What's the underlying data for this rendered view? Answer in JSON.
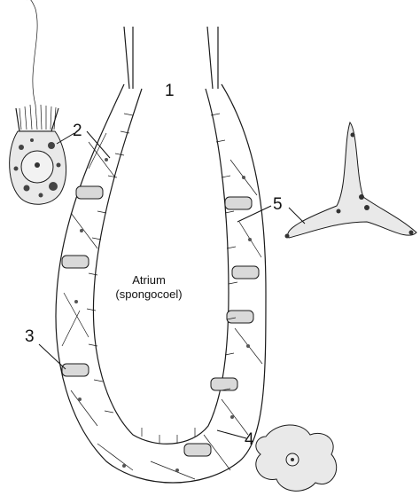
{
  "figure": {
    "labels": [
      {
        "key": "n1",
        "text": "1"
      },
      {
        "key": "n2",
        "text": "2"
      },
      {
        "key": "n3",
        "text": "3"
      },
      {
        "key": "n4",
        "text": "4"
      },
      {
        "key": "n5",
        "text": "5"
      }
    ],
    "center_label_line1": "Atrium",
    "center_label_line2": "(spongocoel)"
  }
}
